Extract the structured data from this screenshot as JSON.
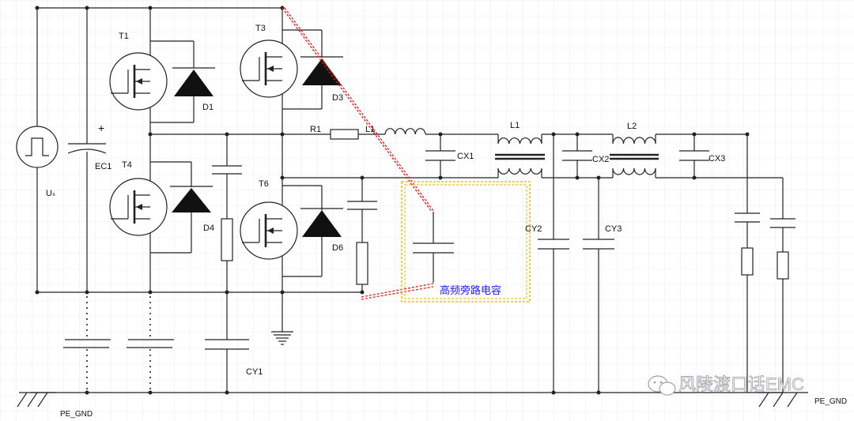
{
  "labels": {
    "t1": "T1",
    "t3": "T3",
    "t4": "T4",
    "t6": "T6",
    "d1": "D1",
    "d3": "D3",
    "d4": "D4",
    "d6": "D6",
    "ec1": "EC1",
    "ec1_plus": "+",
    "us": "Uₛ",
    "r1": "R1",
    "l1_small": "L1",
    "l1": "L1",
    "l2": "L2",
    "cx1": "CX1",
    "cx2": "CX2",
    "cx3": "CX3",
    "cy1": "CY1",
    "cy2": "CY2",
    "cy3": "CY3",
    "pe_gnd_left": "PE_GND",
    "pe_gnd_right": "PE_GND",
    "bypass_cap": "高频旁路电容"
  },
  "watermark": {
    "text": "风陵渡口话EMC",
    "icon": "wechat-icon"
  },
  "colors": {
    "wire": "#222222",
    "highlight": "#e02020",
    "box": "#f0c020",
    "annotation": "#1a1aff"
  }
}
